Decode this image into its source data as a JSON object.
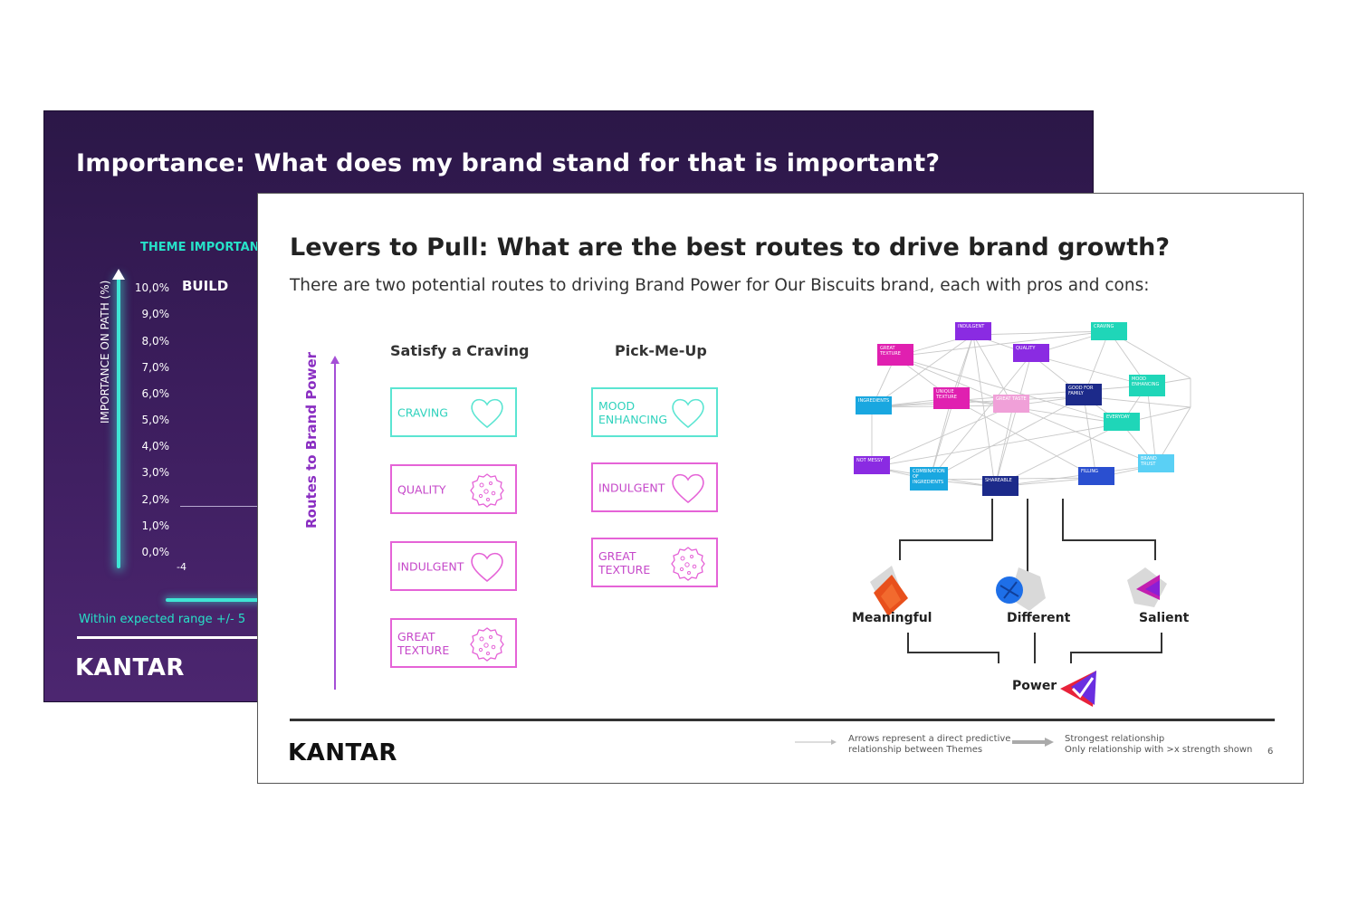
{
  "back_slide": {
    "title": "Importance: What does my brand stand for that is important?",
    "theme_label": "THEME IMPORTANC",
    "build_label": "BUILD",
    "y_axis_label": "IMPORTANCE ON PATH (%)",
    "y_ticks": [
      "10,0%",
      "9,0%",
      "8,0%",
      "7,0%",
      "6,0%",
      "5,0%",
      "4,0%",
      "3,0%",
      "2,0%",
      "1,0%",
      "0,0%"
    ],
    "x_tick": "-4",
    "range_note": "Within expected range +/- 5",
    "logo": "KANTAR"
  },
  "front_slide": {
    "title": "Levers to Pull: What are the best routes to drive brand growth?",
    "subtitle": "There are two potential routes to driving Brand Power for Our Biscuits brand, each with pros and cons:",
    "routes_label": "Routes to Brand Power",
    "columns": [
      {
        "heading": "Satisfy a Craving",
        "cards": [
          {
            "label": "CRAVING",
            "icon": "heart-icon",
            "style": "teal"
          },
          {
            "label": "QUALITY",
            "icon": "cookie-icon",
            "style": "pink"
          },
          {
            "label": "INDULGENT",
            "icon": "heart-icon",
            "style": "pink"
          },
          {
            "label": "GREAT TEXTURE",
            "icon": "cookie-icon",
            "style": "pink"
          }
        ]
      },
      {
        "heading": "Pick-Me-Up",
        "cards": [
          {
            "label": "MOOD ENHANCING",
            "icon": "heart-icon",
            "style": "teal"
          },
          {
            "label": "INDULGENT",
            "icon": "heart-icon",
            "style": "pink"
          },
          {
            "label": "GREAT TEXTURE",
            "icon": "cookie-icon",
            "style": "pink"
          }
        ]
      }
    ],
    "network_nodes": [
      {
        "label": "INDULGENT",
        "color": "#8a2be2"
      },
      {
        "label": "CRAVING",
        "color": "#1fd6b8"
      },
      {
        "label": "GREAT TEXTURE",
        "color": "#e020b0"
      },
      {
        "label": "QUALITY",
        "color": "#8a2be2"
      },
      {
        "label": "MOOD ENHANCING",
        "color": "#1fd6b8"
      },
      {
        "label": "INGREDIENTS",
        "color": "#19a7e0"
      },
      {
        "label": "UNIQUE TEXTURE",
        "color": "#e020b0"
      },
      {
        "label": "GREAT TASTE",
        "color": "#f0a0d8"
      },
      {
        "label": "GOOD FOR FAMILY",
        "color": "#1c2a8a"
      },
      {
        "label": "EVERYDAY",
        "color": "#1fd6b8"
      },
      {
        "label": "NOT MESSY",
        "color": "#8a2be2"
      },
      {
        "label": "COMBINATION OF INGREDIENTS",
        "color": "#19a7e0"
      },
      {
        "label": "SHAREABLE",
        "color": "#1c2a8a"
      },
      {
        "label": "FILLING",
        "color": "#2a4fd0"
      },
      {
        "label": "BRAND TRUST",
        "color": "#5ad0f5"
      }
    ],
    "pillars": {
      "meaningful": "Meaningful",
      "different": "Different",
      "salient": "Salient",
      "power": "Power"
    },
    "legend": {
      "arrow_note_1": "Arrows represent a direct predictive",
      "arrow_note_2": "relationship between Themes",
      "strong_note_1": "Strongest relationship",
      "strong_note_2": "Only relationship with >x strength shown"
    },
    "logo": "KANTAR",
    "page_number": "6"
  },
  "colors": {
    "accent_teal": "#2fd2bd",
    "accent_pink": "#c547c9",
    "accent_purple": "#8a2ec2",
    "back_slide_bg": "#3b1d5c"
  }
}
